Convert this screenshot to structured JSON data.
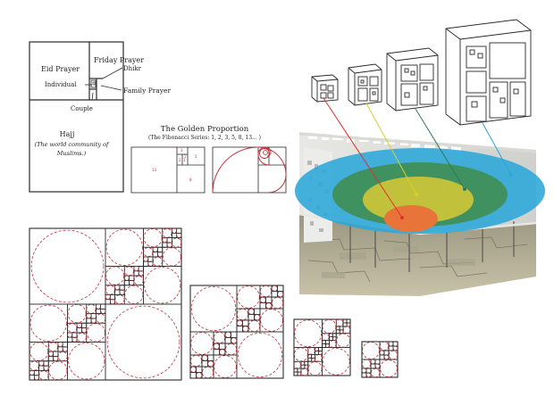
{
  "prayer_diagram": {
    "labels": {
      "eid": "Eid Prayer",
      "friday": "Friday Prayer",
      "dhikr": "Dhikr",
      "individual": "Individual",
      "family": "Family Prayer",
      "couple": "Couple",
      "hajj": "Hajj",
      "hajj_sub_1": "(The world community of",
      "hajj_sub_2": "Muslims.)"
    }
  },
  "golden": {
    "title": "The Golden Proportion",
    "subtitle": "(The Fibonacci Series: 1, 2, 3, 5, 8, 13... )",
    "square_labels": [
      "1",
      "1",
      "2",
      "3",
      "5",
      "8",
      "13"
    ]
  },
  "colors": {
    "frame": "#2a2a2a",
    "spiral": "#c0303a",
    "blue": "#2aa7d8",
    "green": "#3f8f55",
    "yellow": "#d9cf2f",
    "orange": "#e8743a",
    "red": "#e03030"
  }
}
